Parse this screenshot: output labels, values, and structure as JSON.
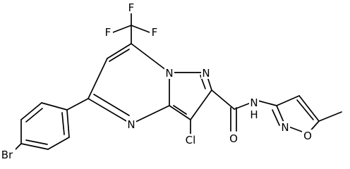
{
  "molecule": {
    "labels": {
      "f_top": "F",
      "f_left": "F",
      "f_right": "F",
      "n_bridge": "N",
      "n_pyrazole": "N",
      "n_pyrimidine": "N",
      "cl": "Cl",
      "br": "Br",
      "o_carbonyl": "O",
      "nh_amide": "N",
      "h_amide": "H",
      "n_isoxazole": "N",
      "o_isoxazole": "O"
    }
  }
}
